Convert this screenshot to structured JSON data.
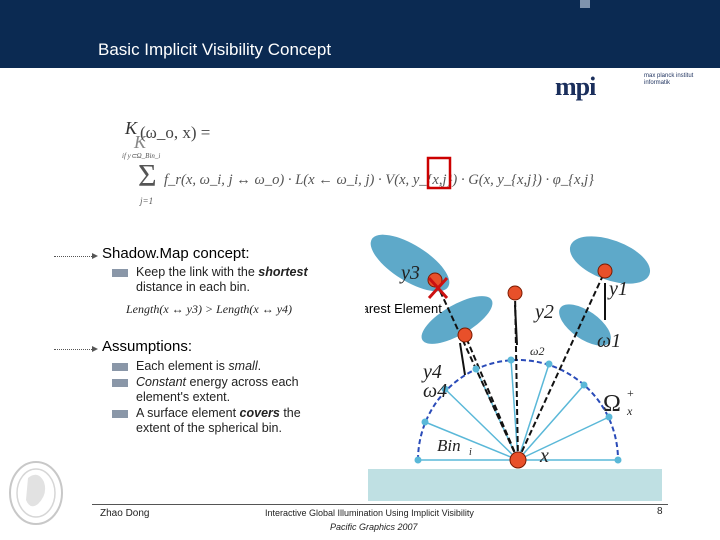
{
  "header": {
    "title": "Basic Implicit Visibility Concept"
  },
  "logo": {
    "mark": "mpi",
    "line1": "max planck institut",
    "line2": "informatik"
  },
  "formula": {
    "lhs": "K",
    "lhs_args": "(ω_o, x) =",
    "lhs_overlay": "K",
    "sum_lower": "j=1",
    "sum_upper": "if y⊂Ω_Bin_i",
    "body": "f_r(x, ω_i, j ↔ ω_o) · L(x ← ω_i, j) · V(x, y_{x,j}) · G(x, y_{x,j}) · φ_{x,j}",
    "visibility_highlight_color": "#cc0000"
  },
  "shadowmap": {
    "heading": "Shadow.Map concept:",
    "bullet1_a": "Keep the link with the ",
    "bullet1_em": "shortest",
    "bullet1_b": "distance in each bin.",
    "equation": "Length(x ↔ y3) > Length(x ↔ y4)"
  },
  "assumptions": {
    "heading": "Assumptions:",
    "b1_a": "Each element is ",
    "b1_em": "small",
    "b1_b": ".",
    "b2_em": "Constant",
    "b2_a": " energy across each",
    "b2_b": "element's extent.",
    "b3_a": " A surface element ",
    "b3_em": "covers",
    "b3_b": " the",
    "b3_c": "extent of the spherical bin."
  },
  "diagram": {
    "label_nearest": "Nearest Element",
    "label_y3": "y3",
    "label_y1": "y1",
    "label_y2": "y2",
    "label_y4": "y4",
    "label_w1": "ω1",
    "label_w2": "ω2",
    "label_w4": "ω4",
    "label_omega": "Ω",
    "label_omega_sup": "+",
    "label_omega_sub": "x",
    "label_bin": "Bin",
    "label_bin_sub": "i",
    "label_x": "x",
    "ellipse_color": "#5ea9c9",
    "ground_color": "#bfe0e3",
    "point_color": "#e8502a",
    "ray_color": "#5ab8d8",
    "hemisphere_color": "#2a4bb8",
    "cross_color": "#cc1111"
  },
  "footer": {
    "author": "Zhao Dong",
    "course": "Interactive Global Illumination Using Implicit Visibility",
    "venue": "Pacific Graphics 2007",
    "page": "8"
  }
}
